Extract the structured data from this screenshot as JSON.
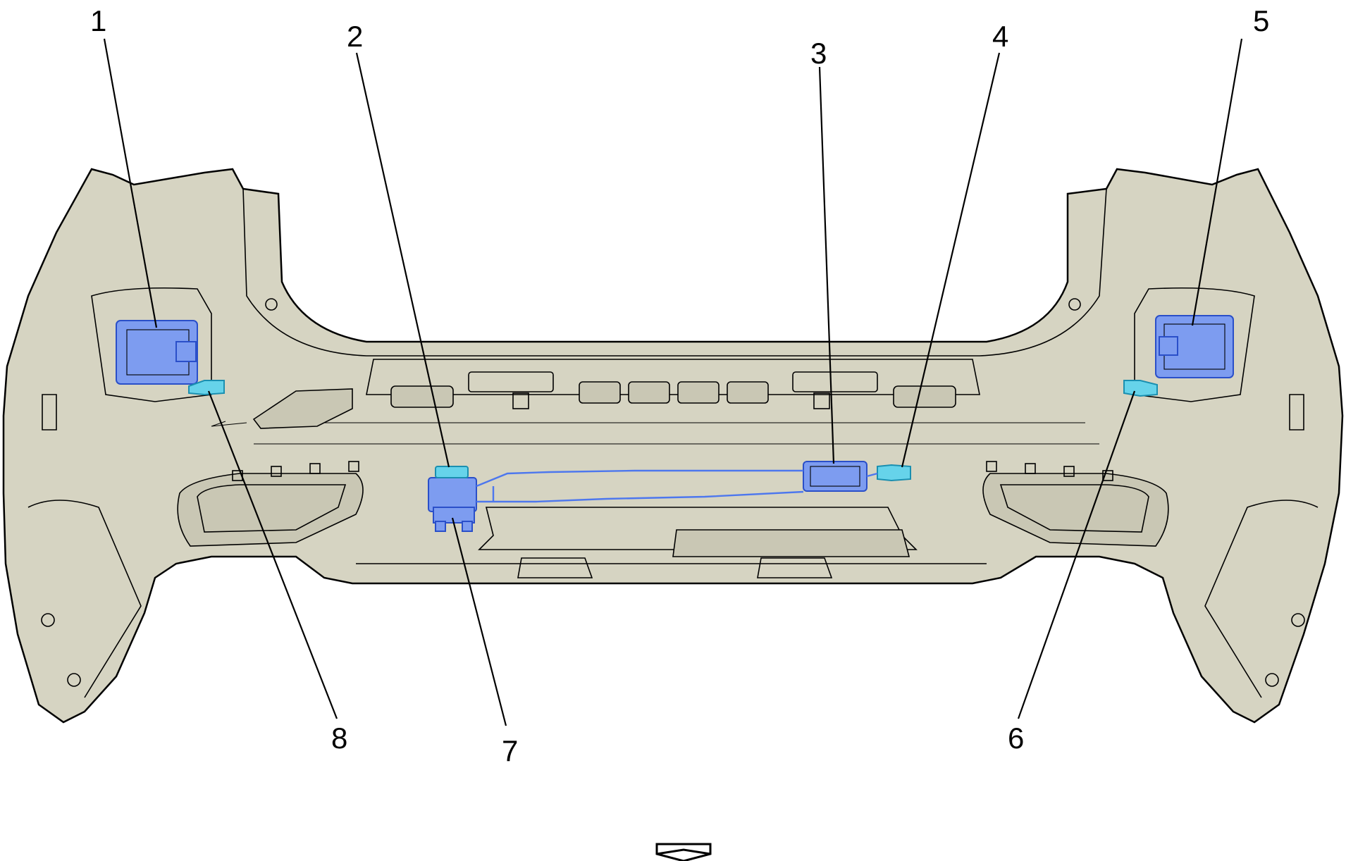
{
  "diagram": {
    "callouts": [
      {
        "id": "c1",
        "label": "1"
      },
      {
        "id": "c2",
        "label": "2"
      },
      {
        "id": "c3",
        "label": "3"
      },
      {
        "id": "c4",
        "label": "4"
      },
      {
        "id": "c5",
        "label": "5"
      },
      {
        "id": "c6",
        "label": "6"
      },
      {
        "id": "c7",
        "label": "7"
      },
      {
        "id": "c8",
        "label": "8"
      }
    ],
    "colors": {
      "bumper_fill": "#d6d4c2",
      "component_blue": "#7d9cf0",
      "connector_cyan": "#66d3ea",
      "outline": "#000000"
    },
    "icons": [
      "forward-direction-arrow-icon"
    ]
  }
}
